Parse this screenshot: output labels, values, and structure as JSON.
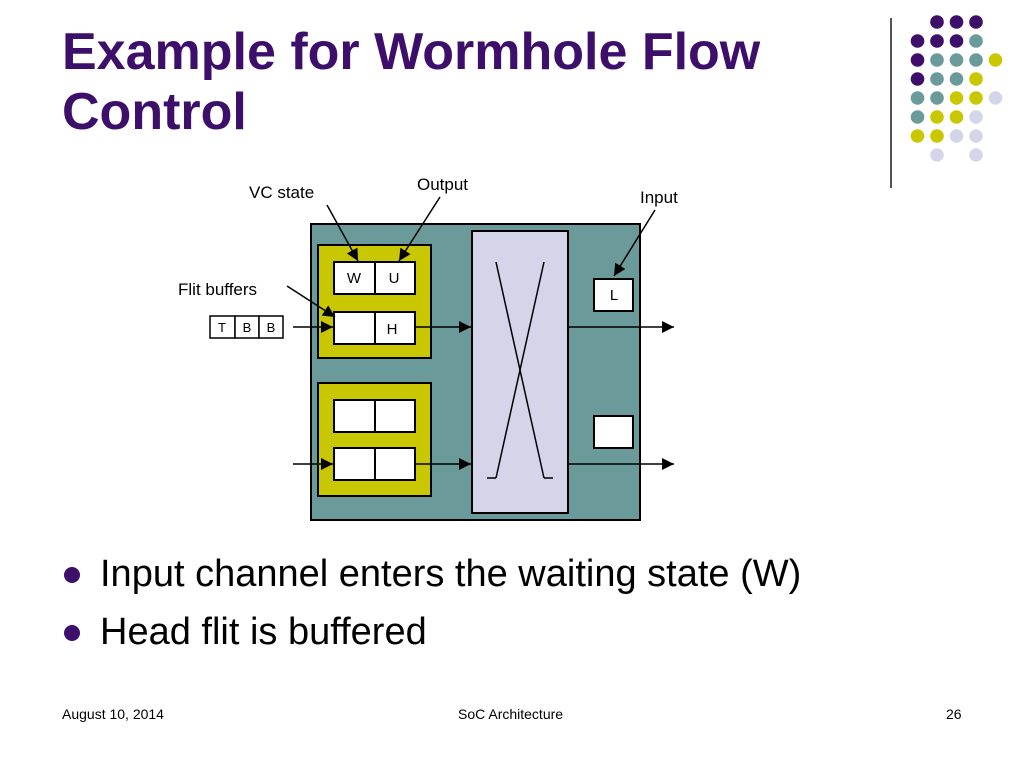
{
  "slide": {
    "title_line1": "Example for Wormhole Flow",
    "title_line2": "Control"
  },
  "diagram": {
    "labels": {
      "vc_state": "VC state",
      "output": "Output",
      "input": "Input",
      "flit_buffers": "Flit buffers"
    },
    "vc_state_cells": [
      "W",
      "U"
    ],
    "buffer_cells": [
      "",
      "H"
    ],
    "incoming_flits": [
      "T",
      "B",
      "B"
    ],
    "output_register": "L",
    "colors": {
      "router": "#6b9a9a",
      "input_unit": "#c9c800",
      "crossbar": "#d5d5ea",
      "cell": "#ffffff"
    }
  },
  "bullets": [
    "Input channel enters the waiting state (W)",
    "Head flit is buffered"
  ],
  "footer": {
    "date": "August 10, 2014",
    "course": "SoC Architecture",
    "page": "26"
  },
  "decoration": {
    "dot_colors": {
      "purple": "#3d0f6b",
      "teal": "#6b9a9a",
      "yellow": "#c9c800",
      "lavender": "#d5d5ea"
    }
  }
}
